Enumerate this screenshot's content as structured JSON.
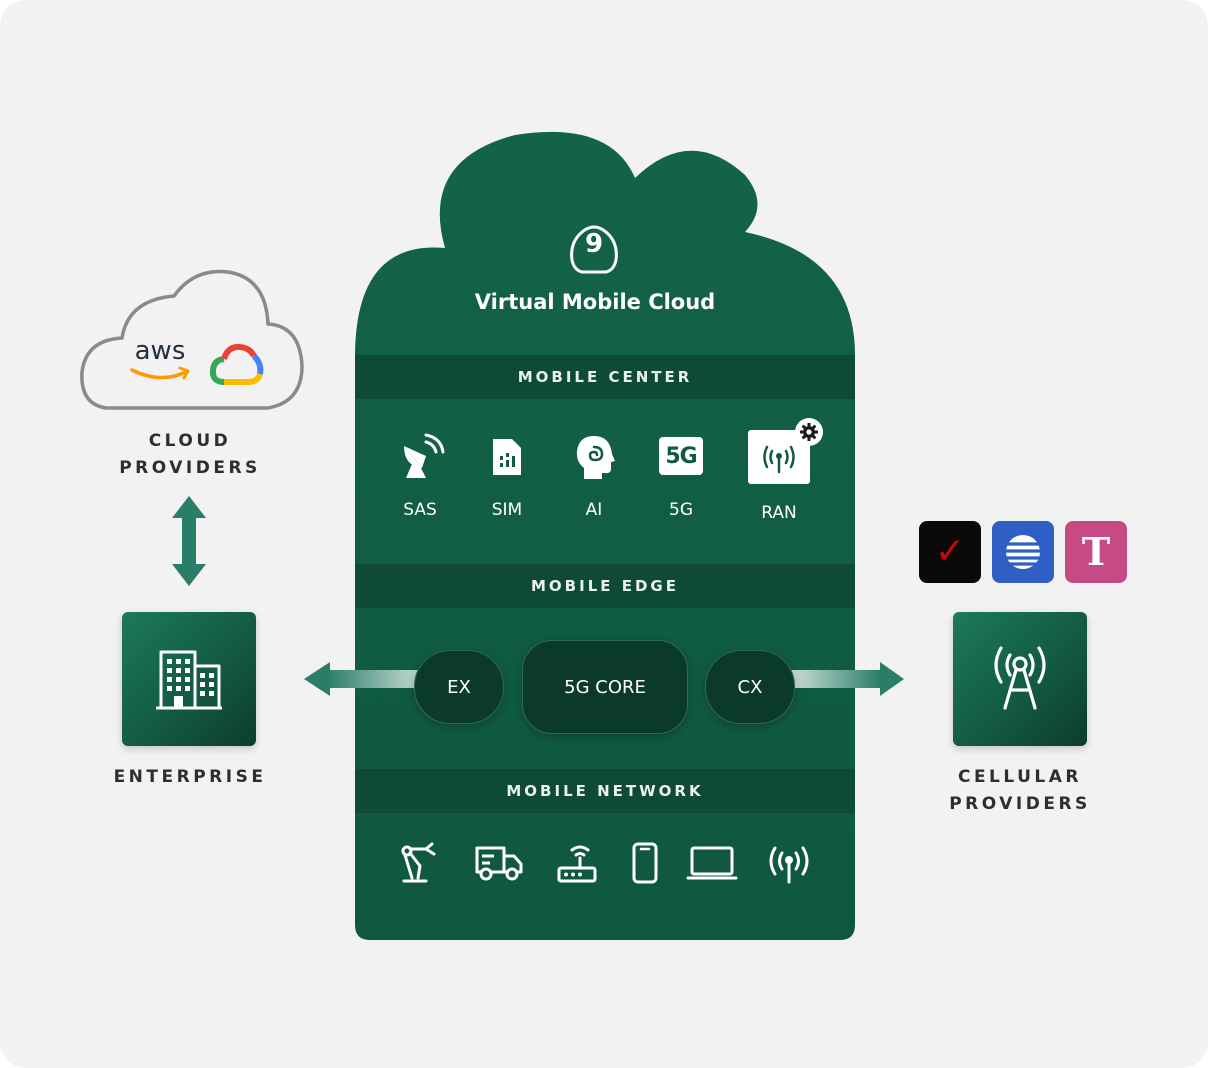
{
  "center": {
    "title": "Virtual Mobile Cloud",
    "logo_glyph": "9",
    "sections": {
      "mobile_center": "MOBILE CENTER",
      "mobile_edge": "MOBILE EDGE",
      "mobile_network": "MOBILE NETWORK"
    },
    "services": [
      {
        "label": "SAS",
        "icon": "satellite-dish-icon"
      },
      {
        "label": "SIM",
        "icon": "sim-card-icon"
      },
      {
        "label": "AI",
        "icon": "ai-head-icon"
      },
      {
        "label": "5G",
        "icon": "5g-icon"
      },
      {
        "label": "RAN",
        "icon": "antenna-icon"
      }
    ],
    "five_g_glyph": "5G",
    "edge": {
      "ex": "EX",
      "core": "5G CORE",
      "cx": "CX"
    },
    "network_devices": [
      "robot-arm-icon",
      "truck-icon",
      "router-icon",
      "phone-icon",
      "laptop-icon",
      "antenna-icon"
    ]
  },
  "cloud_providers": {
    "label_line1": "CLOUD",
    "label_line2": "PROVIDERS",
    "aws_text": "aws"
  },
  "enterprise": {
    "label": "ENTERPRISE"
  },
  "cellular_providers": {
    "label_line1": "CELLULAR",
    "label_line2": "PROVIDERS",
    "carriers": [
      "verizon-logo",
      "att-logo",
      "tmobile-logo"
    ],
    "verizon_glyph": "✓",
    "tmobile_glyph": "T"
  },
  "colors": {
    "green_dark": "#0e4a35",
    "green_main": "#115a41",
    "arrow_teal": "#2a7d68",
    "background": "#f2f2f2",
    "verizon_red": "#cd040b",
    "att_blue": "#2f5fc4",
    "tmobile_magenta": "#c64a86"
  }
}
